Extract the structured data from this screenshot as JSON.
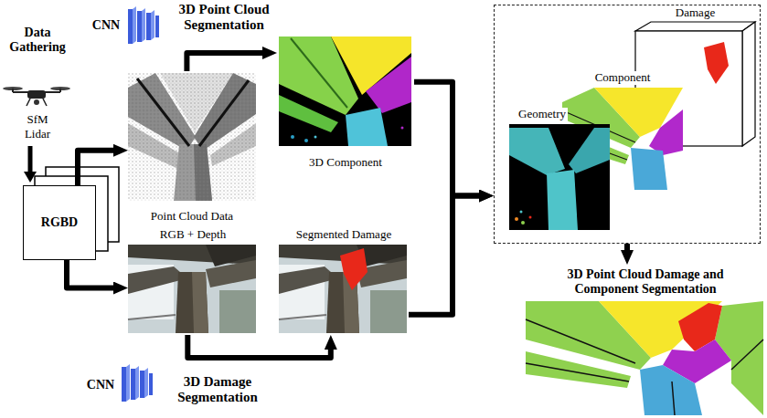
{
  "diagram": {
    "nodes": [
      {
        "text": [
          "RGBD"
        ]
      },
      {
        "text": [
          "Point Cloud Data"
        ]
      },
      {
        "text": [
          "3D Component"
        ]
      },
      {
        "text": [
          "RGB + Depth"
        ]
      },
      {
        "text": [
          "Segmented Damage"
        ]
      },
      {
        "text": []
      },
      {
        "text": [
          "Geometry"
        ],
        "in": 5
      },
      {
        "text": [
          "Component"
        ],
        "in": 5
      },
      {
        "text": [
          "Damage"
        ],
        "in": 5
      },
      {
        "text": [
          "3D Point Cloud Damage and Component Segmentation"
        ]
      }
    ],
    "edges": [
      {
        "from": 0,
        "to": 1,
        "arrow": "to"
      },
      {
        "from": 0,
        "to": 3,
        "arrow": "to"
      },
      {
        "from": 1,
        "to": 2,
        "label": "3D Point Cloud Segmentation",
        "arrow": "to"
      },
      {
        "from": 3,
        "to": 4,
        "label": "3D Damage Segmentation",
        "arrow": "to"
      },
      {
        "from": 2,
        "to": 5,
        "arrow": "to"
      },
      {
        "from": 4,
        "to": 5,
        "arrow": "to"
      },
      {
        "from": 5,
        "to": 9,
        "arrow": "to"
      }
    ],
    "labels": [
      "Data Gathering",
      "SfM",
      "Lidar",
      "CNN",
      "CNN"
    ]
  }
}
